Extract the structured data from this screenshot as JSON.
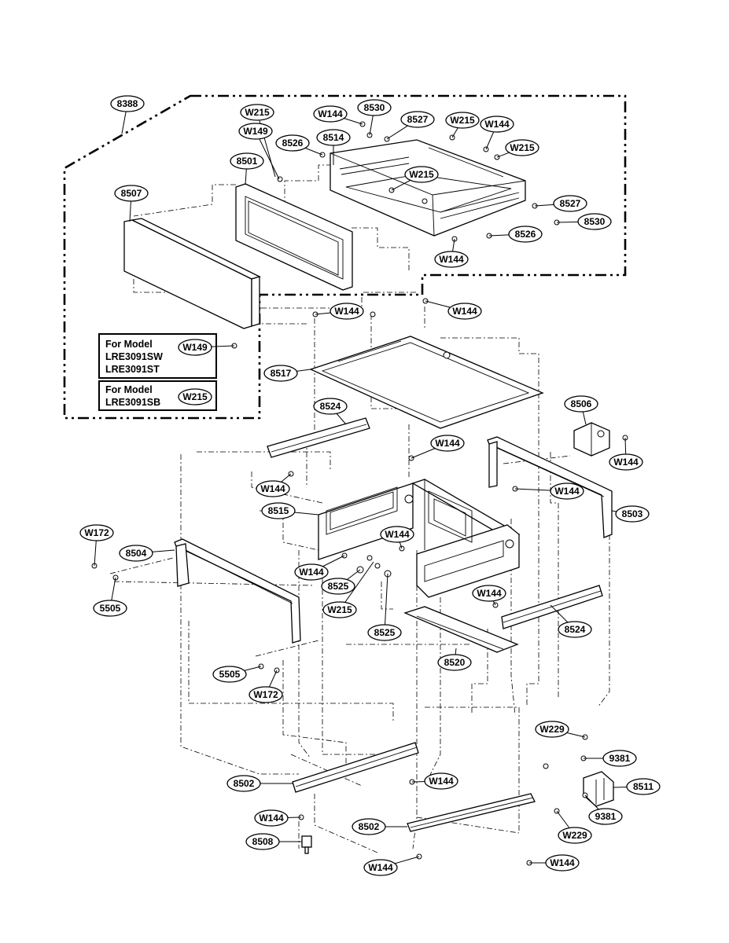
{
  "callouts": [
    {
      "id": "c-8388",
      "text": "8388"
    },
    {
      "id": "c-w215-a",
      "text": "W215"
    },
    {
      "id": "c-w149-a",
      "text": "W149"
    },
    {
      "id": "c-w144-a",
      "text": "W144"
    },
    {
      "id": "c-8530-a",
      "text": "8530"
    },
    {
      "id": "c-8527-a",
      "text": "8527"
    },
    {
      "id": "c-w215-b",
      "text": "W215"
    },
    {
      "id": "c-w144-b",
      "text": "W144"
    },
    {
      "id": "c-w215-c",
      "text": "W215"
    },
    {
      "id": "c-8526-a",
      "text": "8526"
    },
    {
      "id": "c-8514",
      "text": "8514"
    },
    {
      "id": "c-8501",
      "text": "8501"
    },
    {
      "id": "c-w215-d",
      "text": "W215"
    },
    {
      "id": "c-8507",
      "text": "8507"
    },
    {
      "id": "c-8527-b",
      "text": "8527"
    },
    {
      "id": "c-8530-b",
      "text": "8530"
    },
    {
      "id": "c-8526-b",
      "text": "8526"
    },
    {
      "id": "c-w144-c",
      "text": "W144"
    },
    {
      "id": "c-w144-d",
      "text": "W144"
    },
    {
      "id": "c-w144-e",
      "text": "W144"
    },
    {
      "id": "c-w149-b",
      "text": "W149"
    },
    {
      "id": "c-8517",
      "text": "8517"
    },
    {
      "id": "c-w215-e",
      "text": "W215"
    },
    {
      "id": "c-8524-a",
      "text": "8524"
    },
    {
      "id": "c-8506",
      "text": "8506"
    },
    {
      "id": "c-w144-f",
      "text": "W144"
    },
    {
      "id": "c-w144-g",
      "text": "W144"
    },
    {
      "id": "c-w144-h",
      "text": "W144"
    },
    {
      "id": "c-w144-i",
      "text": "W144"
    },
    {
      "id": "c-8515",
      "text": "8515"
    },
    {
      "id": "c-8503",
      "text": "8503"
    },
    {
      "id": "c-w172-a",
      "text": "W172"
    },
    {
      "id": "c-8504",
      "text": "8504"
    },
    {
      "id": "c-w144-j",
      "text": "W144"
    },
    {
      "id": "c-w144-k",
      "text": "W144"
    },
    {
      "id": "c-8525-a",
      "text": "8525"
    },
    {
      "id": "c-5505-a",
      "text": "5505"
    },
    {
      "id": "c-w215-f",
      "text": "W215"
    },
    {
      "id": "c-w144-l",
      "text": "W144"
    },
    {
      "id": "c-8525-b",
      "text": "8525"
    },
    {
      "id": "c-8524-b",
      "text": "8524"
    },
    {
      "id": "c-8520",
      "text": "8520"
    },
    {
      "id": "c-5505-b",
      "text": "5505"
    },
    {
      "id": "c-w172-b",
      "text": "W172"
    },
    {
      "id": "c-w229-a",
      "text": "W229"
    },
    {
      "id": "c-9381-a",
      "text": "9381"
    },
    {
      "id": "c-8502-a",
      "text": "8502"
    },
    {
      "id": "c-w144-m",
      "text": "W144"
    },
    {
      "id": "c-8511",
      "text": "8511"
    },
    {
      "id": "c-9381-b",
      "text": "9381"
    },
    {
      "id": "c-w144-n",
      "text": "W144"
    },
    {
      "id": "c-8502-b",
      "text": "8502"
    },
    {
      "id": "c-w229-b",
      "text": "W229"
    },
    {
      "id": "c-8508",
      "text": "8508"
    },
    {
      "id": "c-w144-o",
      "text": "W144"
    },
    {
      "id": "c-w144-p",
      "text": "W144"
    }
  ],
  "model_notes": [
    {
      "lines": [
        "For Model",
        "LRE3091SW",
        "LRE3091ST"
      ]
    },
    {
      "lines": [
        "For Model",
        "LRE3091SB"
      ]
    }
  ]
}
